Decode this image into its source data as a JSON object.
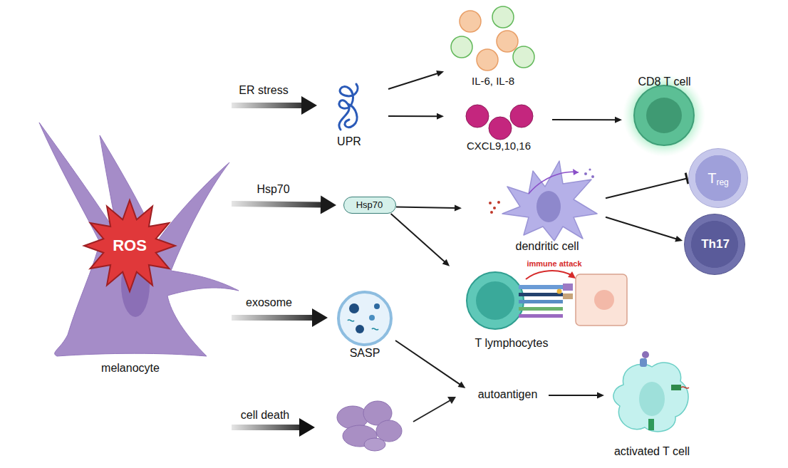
{
  "diagram": {
    "nodes": [
      {
        "text": [
          "melanocyte"
        ]
      },
      {
        "text": [
          "ROS"
        ],
        "in": 0
      },
      {
        "text": [
          "UPR"
        ]
      },
      {
        "text": [
          "Hsp70"
        ]
      },
      {
        "text": [
          "SASP"
        ]
      },
      {
        "text": [
          "IL-6, IL-8"
        ]
      },
      {
        "text": [
          "CXCL9,10,16"
        ]
      },
      {
        "text": [
          "dendritic cell"
        ]
      },
      {
        "text": [
          "T lymphocytes"
        ]
      },
      {
        "text": [
          "autoantigen"
        ]
      },
      {
        "text": [
          "CD8 T cell"
        ]
      },
      {
        "text": [
          "T",
          "reg"
        ]
      },
      {
        "text": [
          "Th17"
        ]
      },
      {
        "text": [
          "activated T cell"
        ]
      }
    ],
    "edges": [
      {
        "from": 0,
        "to": 2,
        "label": "ER stress",
        "arrow": "to"
      },
      {
        "from": 0,
        "to": 3,
        "label": "Hsp70",
        "arrow": "to"
      },
      {
        "from": 0,
        "to": 4,
        "label": "exosome",
        "arrow": "to"
      },
      {
        "from": 2,
        "to": 5,
        "arrow": "to"
      },
      {
        "from": 2,
        "to": 6,
        "arrow": "to"
      },
      {
        "from": 6,
        "to": 10,
        "arrow": "to"
      },
      {
        "from": 3,
        "to": 7,
        "arrow": "to"
      },
      {
        "from": 3,
        "to": 8,
        "arrow": "to"
      },
      {
        "from": 7,
        "to": 11,
        "arrow": "to"
      },
      {
        "from": 7,
        "to": 12,
        "arrow": "to"
      },
      {
        "from": 4,
        "to": 9,
        "arrow": "to"
      },
      {
        "from": 9,
        "to": 13,
        "arrow": "to"
      }
    ],
    "labels": [
      "immune attack",
      "cell death"
    ]
  }
}
